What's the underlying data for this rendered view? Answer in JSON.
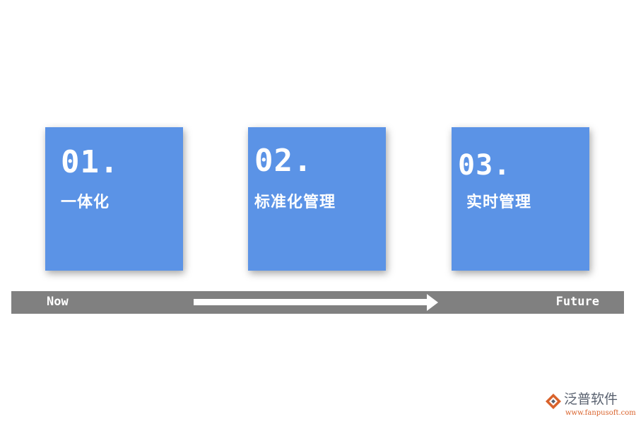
{
  "steps": [
    {
      "number": "01.",
      "label": "一体化"
    },
    {
      "number": "02.",
      "label": "标准化管理"
    },
    {
      "number": "03.",
      "label": "实时管理"
    }
  ],
  "timeline": {
    "start_label": "Now",
    "end_label": "Future"
  },
  "logo": {
    "name": "泛普软件",
    "url": "www.fanpusoft.com"
  },
  "colors": {
    "card": "#5b93e6",
    "timeline": "#808080",
    "logo_accent": "#d9622b"
  }
}
